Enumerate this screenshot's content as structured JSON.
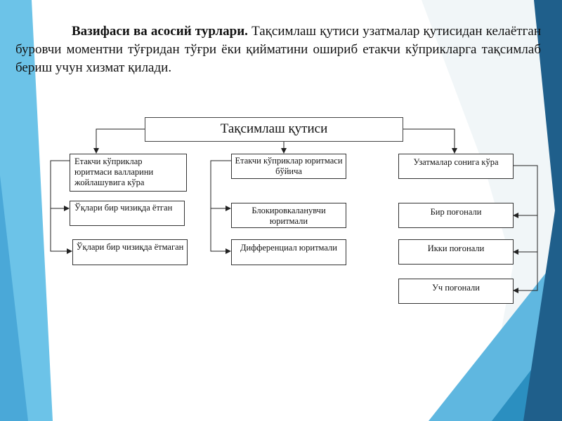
{
  "paragraph": {
    "bold_lead": "Вазифаси ва асосий турлари.",
    "text": " Тақсимлаш қутиси узатмалар қутисидан келаётган буровчи моментни тўғридан тўғри ёки қийматини ошириб етакчи кўприкларга тақсимлаб бериш учун хизмат қилади."
  },
  "diagram": {
    "root": "Тақсимлаш қутиси",
    "branch_left": {
      "header": "Етакчи кўприклар юритмаси валларини жойлашувига кўра",
      "items": [
        "Ўқлари бир чизиқда ётган",
        "Ўқлари бир чизиқда ётмаган"
      ]
    },
    "branch_middle": {
      "header": "Етакчи кўприклар юритмаси бўйича",
      "items": [
        "Блокировкаланувчи юритмали",
        "Дифференциал юритмали"
      ]
    },
    "branch_right": {
      "header": "Узатмалар сонига кўра",
      "items": [
        "Бир поғонали",
        "Икки поғонали",
        "Уч  поғонали"
      ]
    }
  },
  "colors": {
    "background_light_blue": "#5fb7e0",
    "background_dark_blue": "#1f5f8b",
    "background_teal": "#2b8fc0",
    "box_border": "#333333",
    "connector": "#222222"
  }
}
